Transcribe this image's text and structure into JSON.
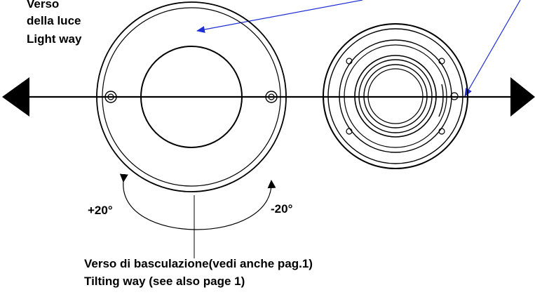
{
  "labels": {
    "light_way_it_1": "Verso",
    "light_way_it_2": "della luce",
    "light_way_en": "Light way",
    "angle_positive": "+20°",
    "angle_negative": "-20°",
    "tilt_way_it": "Verso di basculazione(vedi anche pag.1)",
    "tilt_way_en": "Tilting way (see also page 1)"
  },
  "colors": {
    "line": "#000000",
    "pointer": "#1f2fd6",
    "background": "#ffffff"
  }
}
